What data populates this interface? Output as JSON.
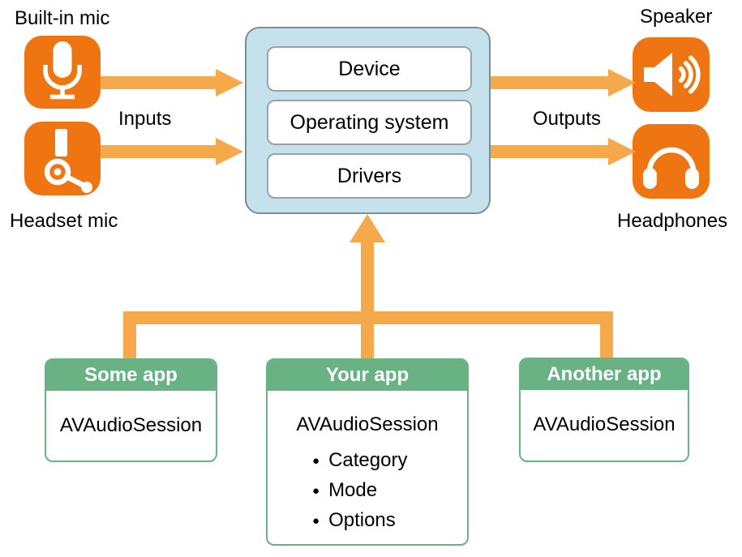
{
  "colors": {
    "icon_orange": "#EE7512",
    "arrow_orange": "#F6A94B",
    "box_blue": "#C5E2EC",
    "box_blue_border": "#7E8C94",
    "layer_border": "#98A2A8",
    "green": "#68B284",
    "text": "#000000"
  },
  "inputs": {
    "label": "Inputs",
    "devices": [
      {
        "name": "Built-in mic",
        "icon": "microphone-icon"
      },
      {
        "name": "Headset mic",
        "icon": "headset-mic-icon"
      }
    ]
  },
  "outputs": {
    "label": "Outputs",
    "devices": [
      {
        "name": "Speaker",
        "icon": "speaker-icon"
      },
      {
        "name": "Headphones",
        "icon": "headphones-icon"
      }
    ]
  },
  "system_stack": {
    "layers": [
      {
        "label": "Device"
      },
      {
        "label": "Operating system"
      },
      {
        "label": "Drivers"
      }
    ]
  },
  "apps": [
    {
      "title": "Some app",
      "class_name": "AVAudioSession",
      "bullets": []
    },
    {
      "title": "Your app",
      "class_name": "AVAudioSession",
      "bullets": [
        "Category",
        "Mode",
        "Options"
      ]
    },
    {
      "title": "Another app",
      "class_name": "AVAudioSession",
      "bullets": []
    }
  ]
}
